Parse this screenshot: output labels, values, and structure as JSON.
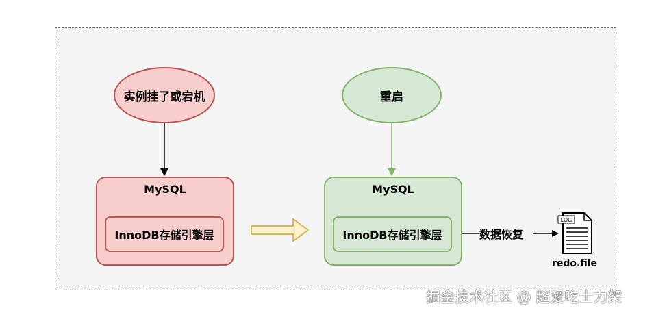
{
  "diagram": {
    "left": {
      "event": "实例挂了或宕机",
      "box_title": "MySQL",
      "engine": "InnoDB存储引擎层"
    },
    "right": {
      "event": "重启",
      "box_title": "MySQL",
      "engine": "InnoDB存储引擎层",
      "recovery_label": "数据恢复",
      "file_icon_text": "LOG",
      "file_label": "redo.file"
    }
  },
  "colors": {
    "red_fill": "#f8cecc",
    "red_stroke": "#b85450",
    "green_fill": "#d5e8d4",
    "green_stroke": "#82b366",
    "arrow_fill": "#fff2cc",
    "arrow_stroke": "#d6b656"
  },
  "watermark": "掘金技术社区 @ 超爱吃士力架"
}
